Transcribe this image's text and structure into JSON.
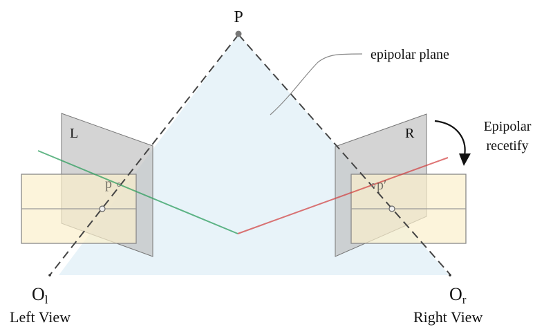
{
  "diagram": {
    "title": "Epipolar geometry and rectification",
    "labels": {
      "point_P": "P",
      "epipolar_plane": "epipolar plane",
      "left_plane": "L",
      "right_plane": "R",
      "rectify_line1": "Epipolar",
      "rectify_line2": "recetify",
      "left_point": "p",
      "right_point": "p′",
      "origin_left": "O",
      "origin_left_sub": "l",
      "origin_right": "O",
      "origin_right_sub": "r",
      "left_view": "Left View",
      "right_view": "Right View"
    },
    "colors": {
      "plane_fill": "#e6f2f9",
      "image_plane_fill": "#c9c9c9",
      "rectified_fill": "#fbf0cf",
      "left_ray": "#2e9e5e",
      "right_ray": "#d23a3a",
      "dash_line": "#444444"
    }
  }
}
